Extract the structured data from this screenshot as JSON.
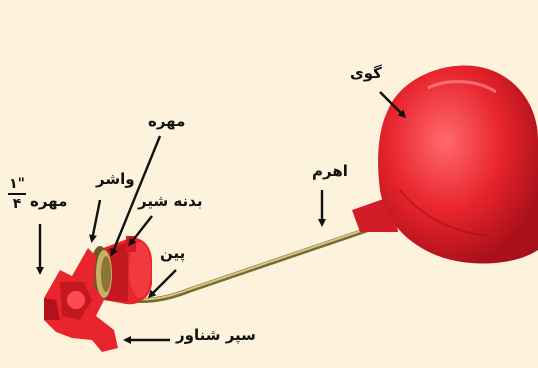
{
  "labels": {
    "ball": "گوی",
    "lever": "اهرم",
    "nut_top": "مهره",
    "washer": "واشر",
    "nut_side": "مهره",
    "valve_body": "بدنه شیر",
    "pin": "پین",
    "float_shield": "سپر شناور",
    "fraction_num": "۱\"",
    "fraction_den": "۴"
  },
  "colors": {
    "background": "#fdf3dc",
    "plastic": "#e8242c",
    "plastic_dark": "#b3121a",
    "brass": "#b8a25a",
    "arrow": "#111111"
  }
}
